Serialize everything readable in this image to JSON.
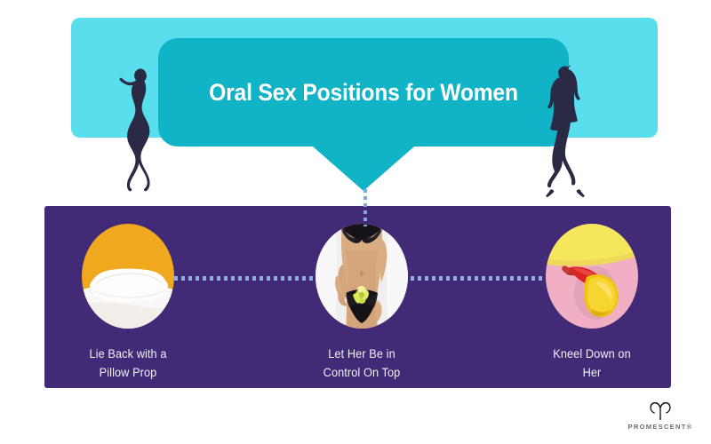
{
  "header": {
    "title": "Oral Sex Positions for Women",
    "panel_color": "#59DEEE",
    "bubble_color": "#11B3C6",
    "title_color": "#FFFFFF",
    "silhouette_color": "#2B2A45",
    "left_silhouette_name": "woman-standing-arm-raised-silhouette",
    "right_silhouette_name": "woman-standing-dress-silhouette"
  },
  "panel": {
    "background_color": "#412A76",
    "connector_color": "#8FAEE0",
    "stem_color": "#7FA8DC"
  },
  "cards": [
    {
      "caption_line1": "Lie Back with a",
      "caption_line2": "Pillow Prop",
      "image_name": "white-pillow-on-bed-photo",
      "image_colors": {
        "background": "#F0A81E",
        "pillow": "#FDFDFD",
        "sheet": "#F4F2F0"
      }
    },
    {
      "caption_line1": "Let Her Be in",
      "caption_line2": "Control On Top",
      "image_name": "woman-in-black-lingerie-photo",
      "image_colors": {
        "background": "#EFEFEF",
        "skin": "#D6A87E",
        "lingerie": "#151318",
        "flowers": "#D9E04A"
      }
    },
    {
      "caption_line1": "Kneel Down on",
      "caption_line2": "Her",
      "image_name": "chili-pepper-and-mango-photo",
      "image_colors": {
        "background_top": "#F5E65C",
        "background_bottom": "#F0AFC2",
        "pepper": "#DC2521",
        "mango": "#F1C411"
      }
    }
  ],
  "caption_text_color": "#F2EFF7",
  "logo": {
    "brand": "PROMESCENT®",
    "mark_name": "promescent-horns-logo-icon",
    "text_color": "#6E6E72"
  }
}
